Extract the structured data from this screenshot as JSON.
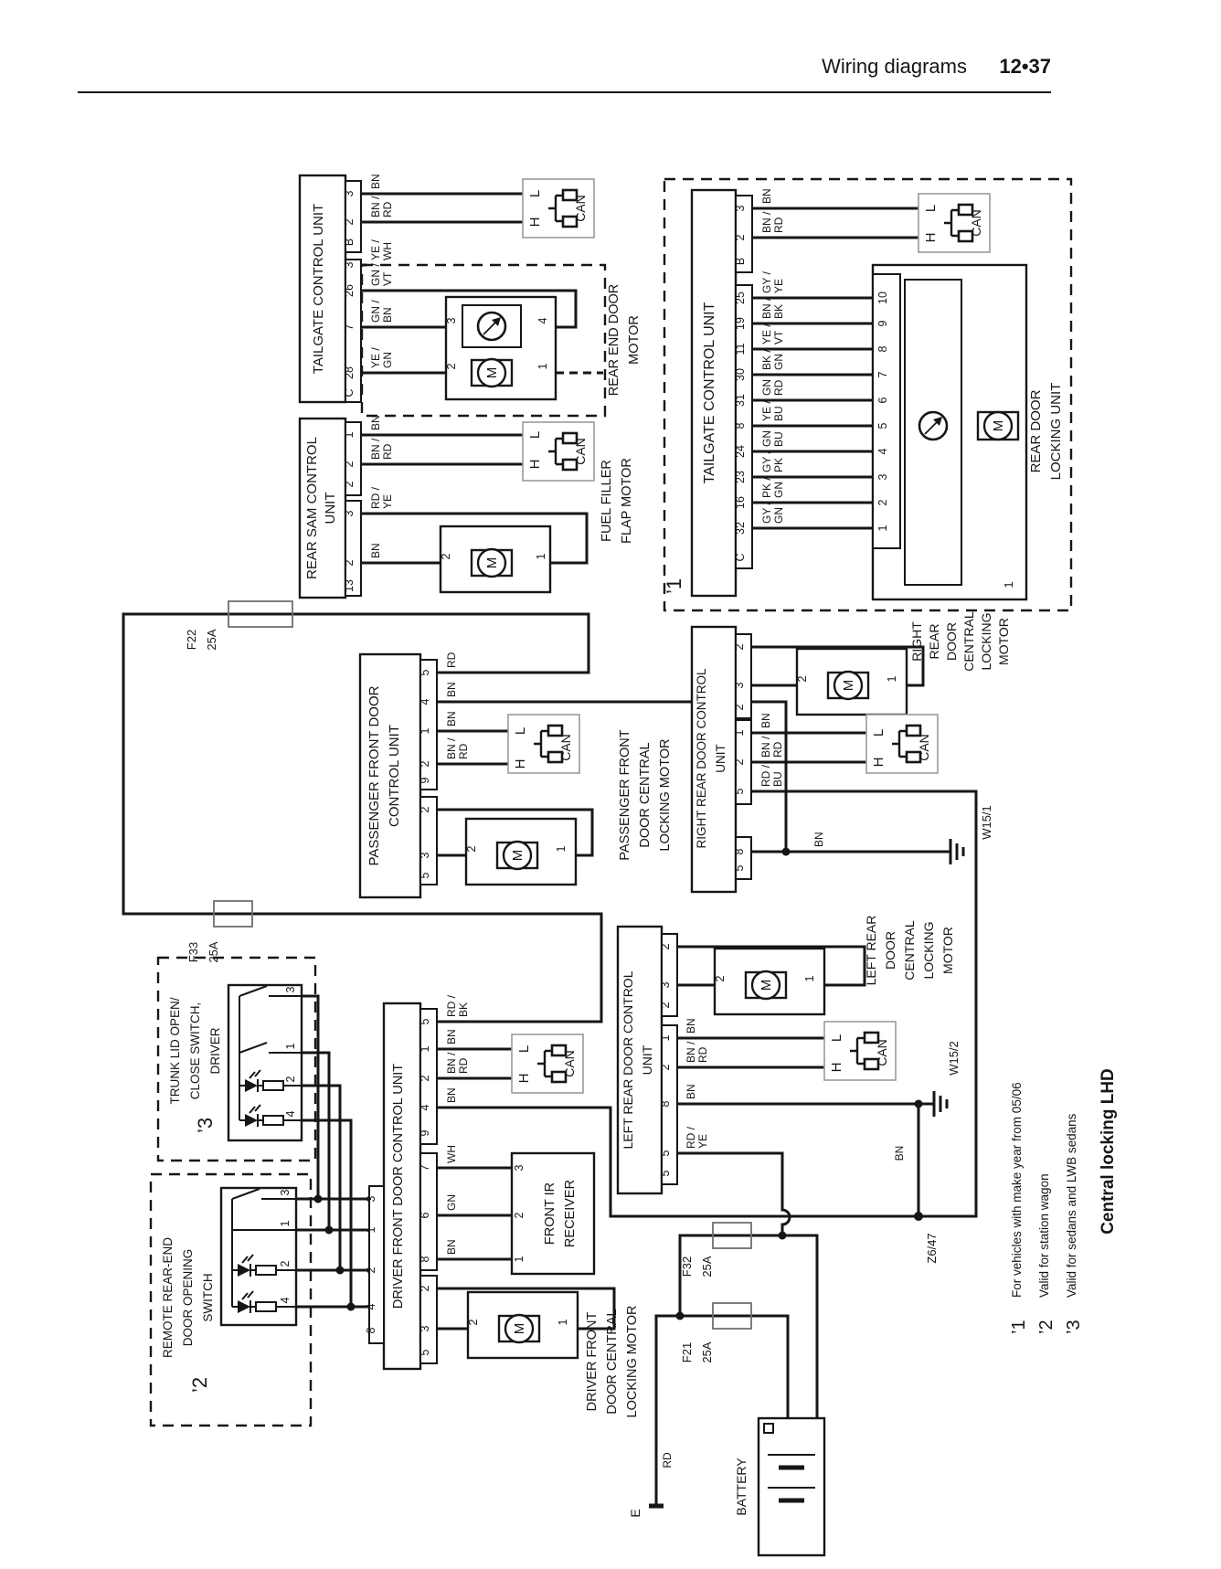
{
  "page": {
    "title": "Wiring diagrams",
    "page_no": "12•37",
    "caption": "Central locking LHD"
  },
  "footnotes": [
    {
      "mark": "’1",
      "text": "For vehicles with make year from 05/06"
    },
    {
      "mark": "’2",
      "text": "Valid for station wagon"
    },
    {
      "mark": "’3",
      "text": "Valid for sedans and LWB sedans"
    }
  ],
  "fuses": {
    "f22": [
      "F22",
      "25A"
    ],
    "f33": [
      "F33",
      "25A"
    ],
    "f32": [
      "F32",
      "25A"
    ],
    "f21": [
      "F21",
      "25A"
    ]
  },
  "nets": {
    "w151": "W15/1",
    "w152": "W15/2",
    "z647": "Z6/47",
    "e": "E",
    "battery": "BATTERY",
    "rd_feed": "RD",
    "bn_bus": "BN"
  },
  "can": {
    "h": "H",
    "l": "L",
    "label": "CAN"
  },
  "symbols": {
    "m": "M"
  },
  "units": {
    "tcu1": {
      "name": [
        "TAILGATE CONTROL UNIT"
      ],
      "conn_b": {
        "label": "B",
        "pins": [
          "3",
          "2"
        ]
      },
      "conn_c": {
        "label": "C",
        "pins": [
          "3",
          "26",
          "7",
          "28"
        ]
      },
      "wires_b": [
        "BN",
        "BN / RD"
      ],
      "wires_c": [
        "YE / WH",
        "GN / VT",
        "GN / BN",
        "YE / GN"
      ]
    },
    "rear_end_motor": {
      "name": [
        "REAR END DOOR",
        "MOTOR"
      ],
      "pins_top": [
        "3",
        "4"
      ],
      "pins_bot": [
        "2",
        "1"
      ]
    },
    "sam": {
      "name": [
        "REAR SAM CONTROL",
        "UNIT"
      ],
      "conn_2": {
        "label": "2",
        "pins": [
          "1",
          "2"
        ]
      },
      "conn_13": {
        "label": "13",
        "pins": [
          "3",
          "2"
        ]
      },
      "wires_2": [
        "BN",
        "BN / RD"
      ],
      "wires_13": [
        "RD / YE",
        "BN"
      ]
    },
    "fuel_motor": {
      "name": [
        "FUEL FILLER",
        "FLAP MOTOR"
      ],
      "pins": [
        "2",
        "1"
      ]
    },
    "tcu2": {
      "name": [
        "TAILGATE CONTROL UNIT"
      ],
      "mark": "’1",
      "conn_b": {
        "label": "B",
        "pins": [
          "3",
          "2"
        ]
      },
      "conn_c": {
        "label": "C",
        "pins": [
          "25",
          "19",
          "11",
          "30",
          "31",
          "8",
          "24",
          "23",
          "16",
          "32"
        ]
      },
      "wires_b": [
        "BN",
        "BN / RD"
      ],
      "wires_c": [
        "GY / YE",
        "BN / BK",
        "YE / VT",
        "BK / GN",
        "GN / RD",
        "YE / BU",
        "GN / BU",
        "GY / PK",
        "PK / GN",
        "GY / GN"
      ]
    },
    "rear_lock": {
      "name": [
        "REAR DOOR",
        "LOCKING UNIT"
      ],
      "pins": [
        "10",
        "9",
        "8",
        "7",
        "6",
        "5",
        "4",
        "3",
        "2",
        "1"
      ],
      "corner": "1"
    },
    "passenger": {
      "name": [
        "PASSENGER FRONT DOOR",
        "CONTROL UNIT"
      ],
      "conn_9": {
        "label": "9",
        "pins": [
          "5",
          "4",
          "1",
          "2"
        ]
      },
      "conn_5": {
        "label": "5",
        "pins": [
          "2",
          "3"
        ]
      },
      "wires": [
        "RD",
        "BN",
        "BN",
        "BN / RD"
      ]
    },
    "passenger_motor": {
      "name": [
        "PASSENGER FRONT",
        "DOOR CENTRAL",
        "LOCKING MOTOR"
      ],
      "pins": [
        "2",
        "1"
      ]
    },
    "right_rear": {
      "name": [
        "RIGHT REAR DOOR CONTROL",
        "UNIT"
      ],
      "conn_2": {
        "label": "2",
        "pins": [
          "2",
          "3"
        ]
      },
      "conn_5": {
        "label": "5",
        "pins": [
          "1",
          "2",
          "5",
          "8"
        ]
      },
      "wires": [
        "BN",
        "BN / RD",
        "RD / BU"
      ],
      "wire_gnd": [
        "BN"
      ]
    },
    "right_rear_motor": {
      "name": [
        "RIGHT",
        "REAR",
        "DOOR",
        "CENTRAL",
        "LOCKING",
        "MOTOR"
      ],
      "pins": [
        "2",
        "1"
      ]
    },
    "left_rear": {
      "name": [
        "LEFT REAR DOOR CONTROL",
        "UNIT"
      ],
      "conn_2": {
        "label": "2",
        "pins": [
          "2",
          "3"
        ]
      },
      "conn_5": {
        "label": "5",
        "pins": [
          "1",
          "2",
          "8",
          "5"
        ]
      },
      "wires": [
        "BN",
        "BN / RD",
        "BN",
        "RD / YE"
      ]
    },
    "left_rear_motor": {
      "name": [
        "LEFT REAR",
        "DOOR",
        "CENTRAL",
        "LOCKING",
        "MOTOR"
      ],
      "pins": [
        "2",
        "1"
      ]
    },
    "driver": {
      "name": [
        "DRIVER FRONT DOOR CONTROL UNIT"
      ],
      "conn_9": {
        "label": "9",
        "pins": [
          "5",
          "1",
          "2",
          "4"
        ]
      },
      "mid_pins": [
        "7",
        "6",
        "8"
      ],
      "conn_5": {
        "label": "5",
        "pins": [
          "2",
          "3"
        ]
      },
      "conn_8": {
        "label": "8",
        "pins": [
          "3",
          "1",
          "2",
          "4"
        ]
      },
      "wires": [
        "RD / BK",
        "BN",
        "BN / RD",
        "BN",
        "WH",
        "GN",
        "BN"
      ]
    },
    "driver_motor": {
      "name": [
        "DRIVER FRONT",
        "DOOR CENTRAL",
        "LOCKING MOTOR"
      ],
      "pins": [
        "2",
        "1"
      ]
    },
    "ir": {
      "name": [
        "FRONT IR",
        "RECEIVER"
      ],
      "pins": [
        "3",
        "2",
        "1"
      ]
    },
    "trunk_switch": {
      "name": [
        "TRUNK LID OPEN/",
        "CLOSE SWITCH,",
        "DRIVER"
      ],
      "mark": "’3",
      "pins": [
        "3",
        "1",
        "2",
        "4"
      ]
    },
    "remote_switch": {
      "name": [
        "REMOTE REAR-END",
        "DOOR OPENING",
        "SWITCH"
      ],
      "mark": "’2",
      "pins": [
        "3",
        "1",
        "2",
        "4"
      ]
    }
  }
}
